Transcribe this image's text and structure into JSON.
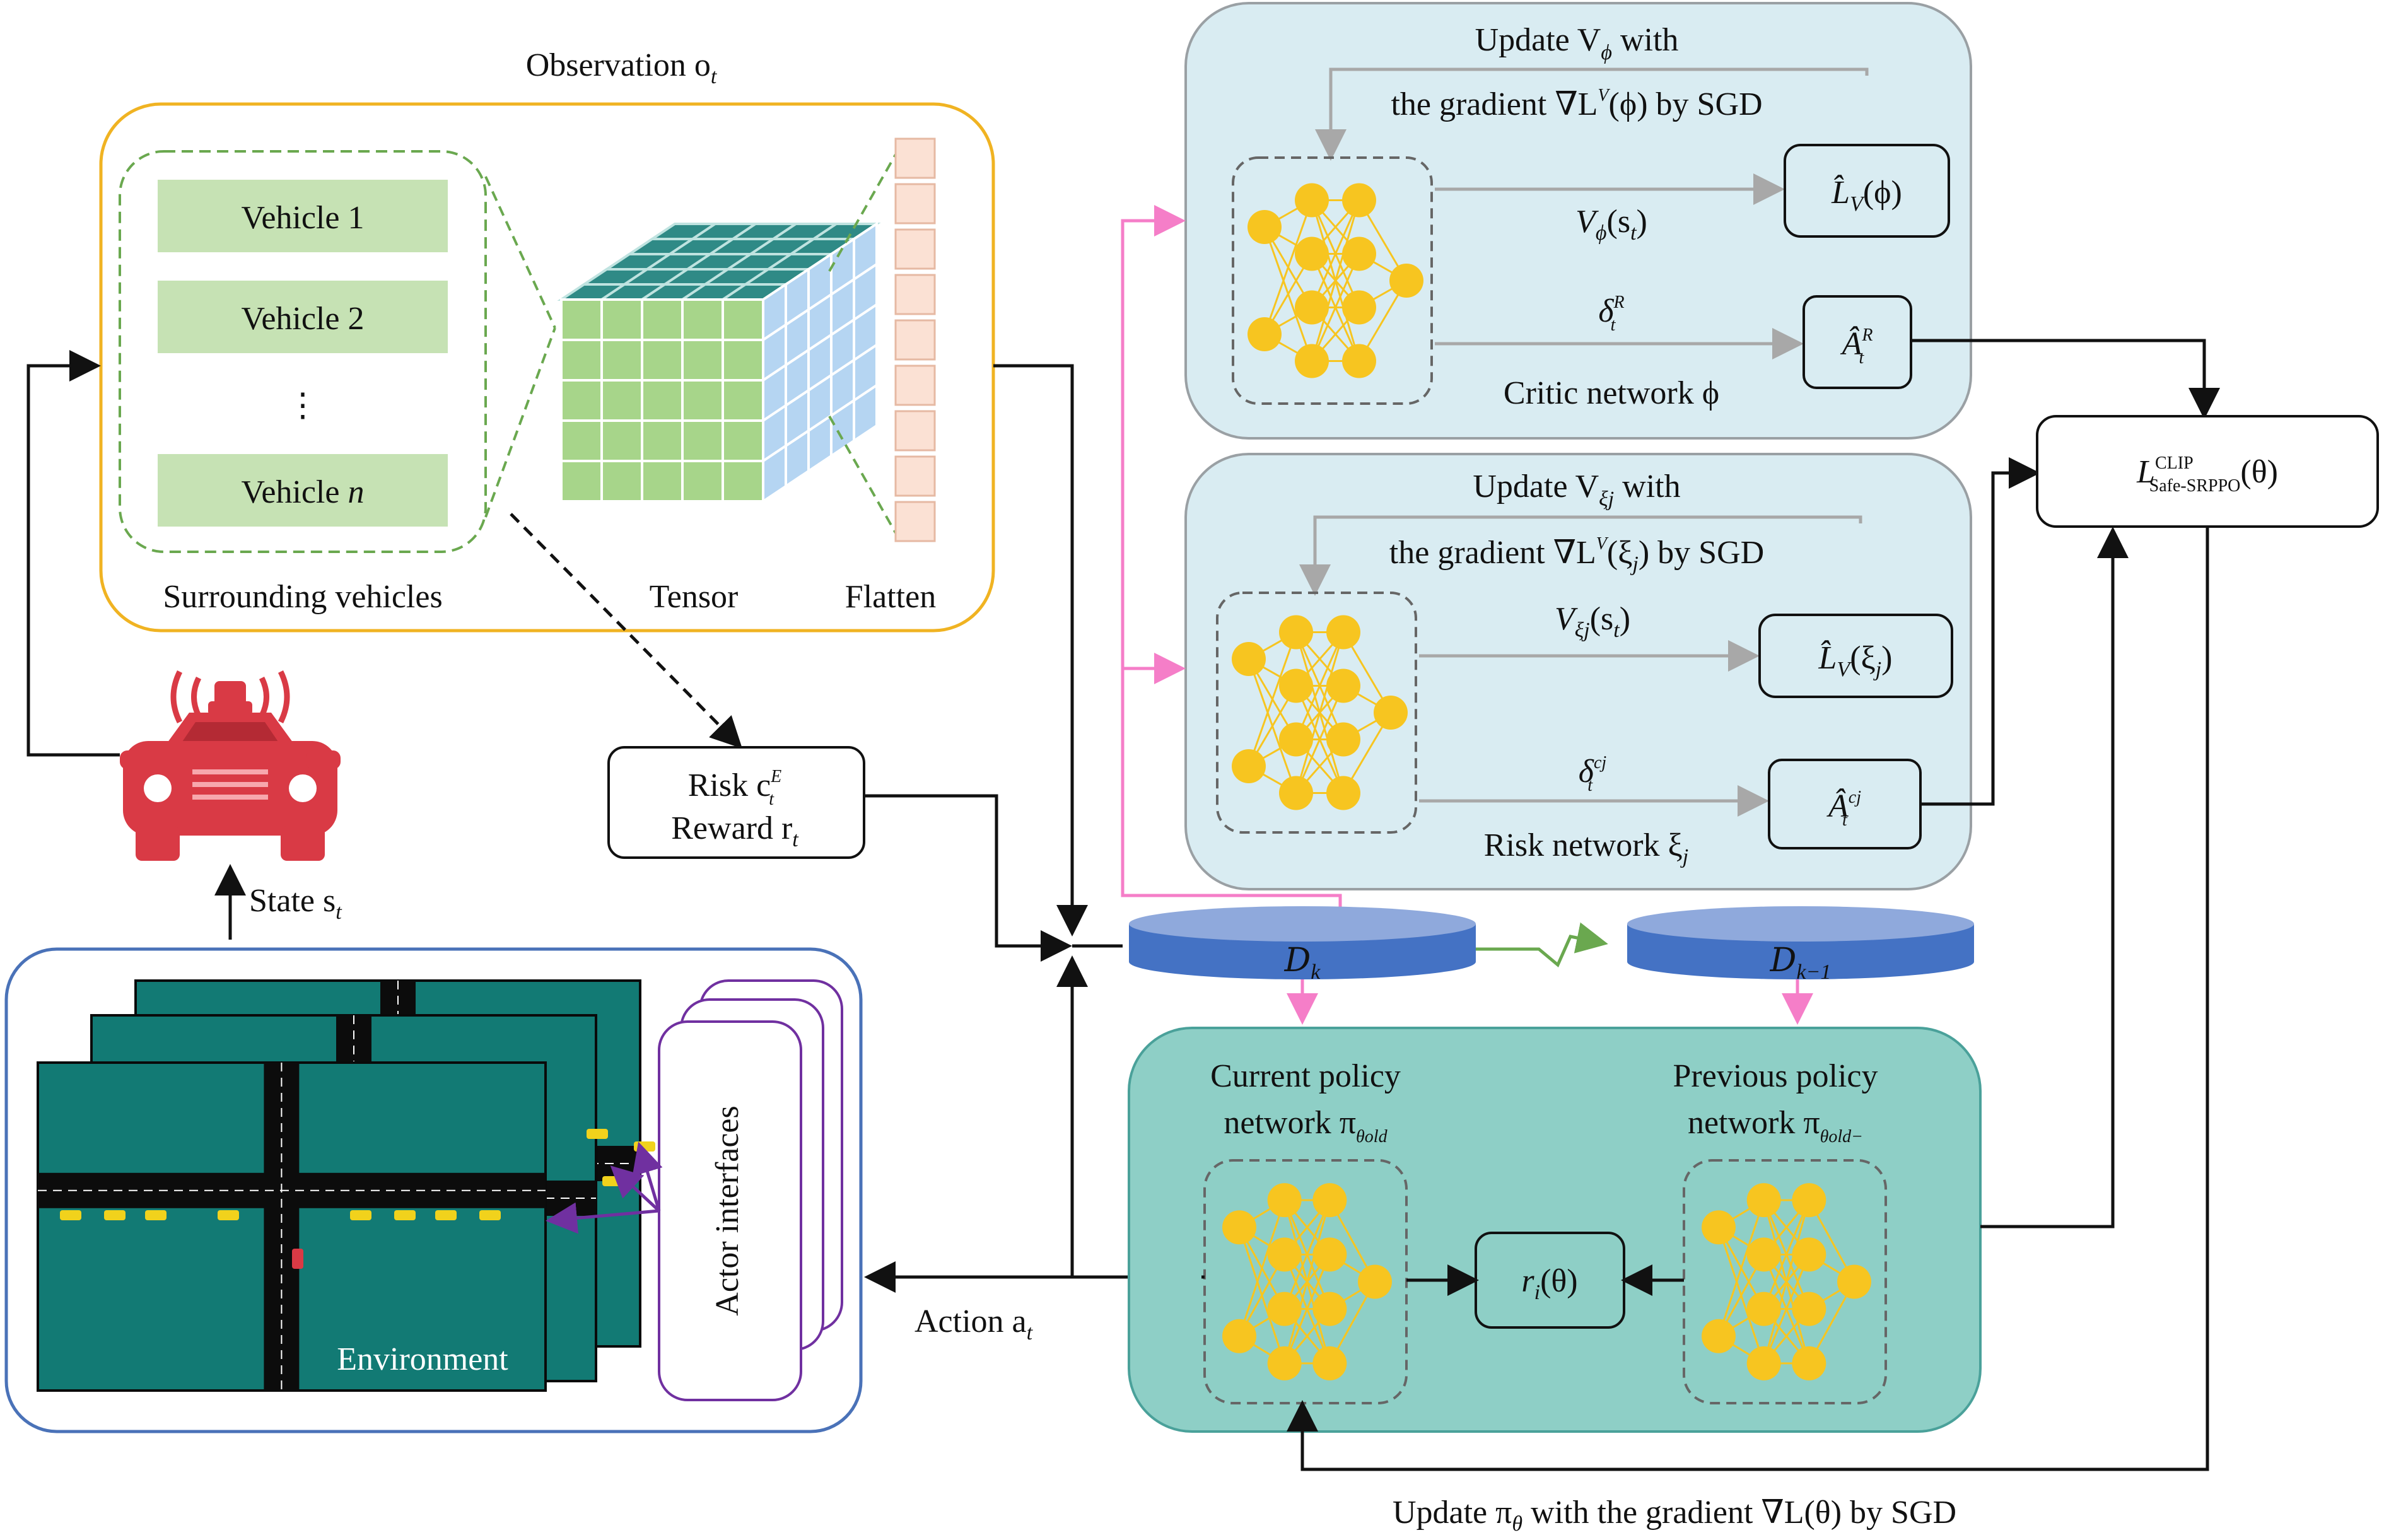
{
  "observation": {
    "title": "Observation o",
    "title_sub": "t",
    "vehicles": [
      "Vehicle 1",
      "Vehicle 2",
      "⋮",
      "Vehicle n"
    ],
    "vehicle_n_prefix": "Vehicle ",
    "vehicle_n_var": "n",
    "surrounding_label": "Surrounding vehicles",
    "tensor_label": "Tensor",
    "flatten_label": "Flatten"
  },
  "ego": {
    "state_label": "State s",
    "state_sub": "t"
  },
  "risk_box": {
    "line1": "Risk c",
    "line1_sup": "E",
    "line1_sub": "t",
    "line2": "Reward r",
    "line2_sub": "t"
  },
  "environment": {
    "label": "Environment",
    "actor_label": "Actor interfaces",
    "action_label": "Action a",
    "action_sub": "t"
  },
  "critic": {
    "update_title": "Update V",
    "update_sub": "ϕ",
    "update_suffix": " with",
    "gradient_text": "the gradient ∇L",
    "gradient_sup": "V",
    "gradient_arg": "(ϕ) by SGD",
    "value_label": "V",
    "value_sub": "ϕ",
    "value_arg": "(s",
    "value_arg_sub": "t",
    "delta_label": "δ",
    "delta_sup": "R",
    "delta_sub": "t",
    "loss_label": "L̂",
    "loss_sub": "V",
    "loss_arg": "(ϕ)",
    "adv_label": "Â",
    "adv_sup": "R",
    "adv_sub": "t",
    "net_label": "Critic network ϕ"
  },
  "risk_net": {
    "update_title": "Update V",
    "update_sub": "ξj",
    "update_suffix": " with",
    "gradient_text": "the gradient ∇L",
    "gradient_sup": "V",
    "gradient_arg": "(ξ",
    "gradient_arg_sub": "j",
    "gradient_end": ") by SGD",
    "value_label": "V",
    "value_sub": "ξj",
    "value_arg": "(s",
    "value_arg_sub": "t",
    "delta_label": "δ",
    "delta_sup": "cj",
    "delta_sub": "t",
    "loss_label": "L̂",
    "loss_sub": "V",
    "loss_arg": "(ξ",
    "loss_arg_sub": "j",
    "adv_label": "Â",
    "adv_sup": "cj",
    "adv_sub": "t",
    "net_label": "Risk network ξ",
    "net_sub": "j"
  },
  "loss_box": {
    "label": "L",
    "sup": "CLIP",
    "sub": "Safe-SRPPO",
    "arg": "(θ)"
  },
  "buffers": {
    "current": "D",
    "current_sub": "k",
    "previous": "D",
    "previous_sub": "k−1"
  },
  "policy": {
    "current_line1": "Current policy",
    "current_line2": "network π",
    "current_sub": "θold",
    "previous_line1": "Previous policy",
    "previous_line2": "network π",
    "previous_sub": "θold−",
    "ratio_label": "r",
    "ratio_sub": "i",
    "ratio_arg": "(θ)"
  },
  "bottom_update": "Update π",
  "bottom_update_sub": "θ",
  "bottom_update_rest": " with the gradient ∇L(θ) by SGD",
  "colors": {
    "obs_border": "#f0b322",
    "vehicle_fill": "#c6e2b4",
    "green_dash": "#6aa84f",
    "critic_fill": "#d9ecf2",
    "policy_fill": "#8ecfc6",
    "env_border": "#4a72b8",
    "teal": "#127a74",
    "buffer": "#4472c4",
    "neuron": "#f7c520",
    "pink": "#f57ec8",
    "gray_arrow": "#a8a8a8",
    "purple": "#7030a0",
    "car_red": "#d93a45"
  }
}
